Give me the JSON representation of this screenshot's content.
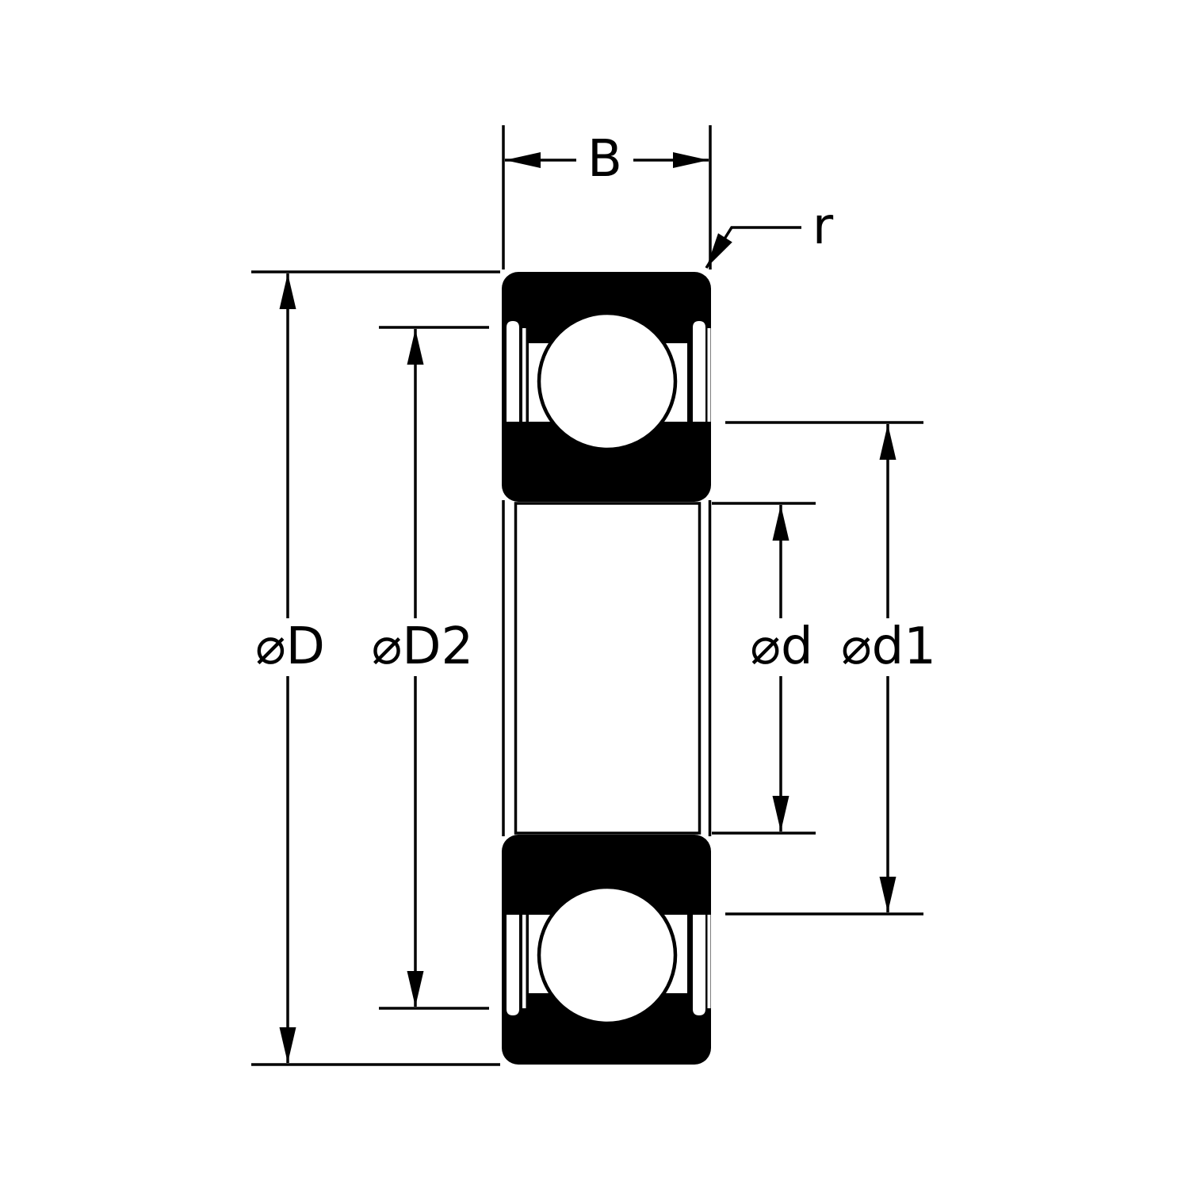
{
  "drawing": {
    "labels": {
      "width": "B",
      "fillet_radius": "r",
      "outer_diameter": "⌀D",
      "outer_shoulder_diameter": "⌀D2",
      "bore_diameter": "⌀d",
      "inner_shoulder_diameter": "⌀d1"
    },
    "colors": {
      "line": "#000000",
      "fill": "#000000",
      "background": "#ffffff"
    }
  }
}
